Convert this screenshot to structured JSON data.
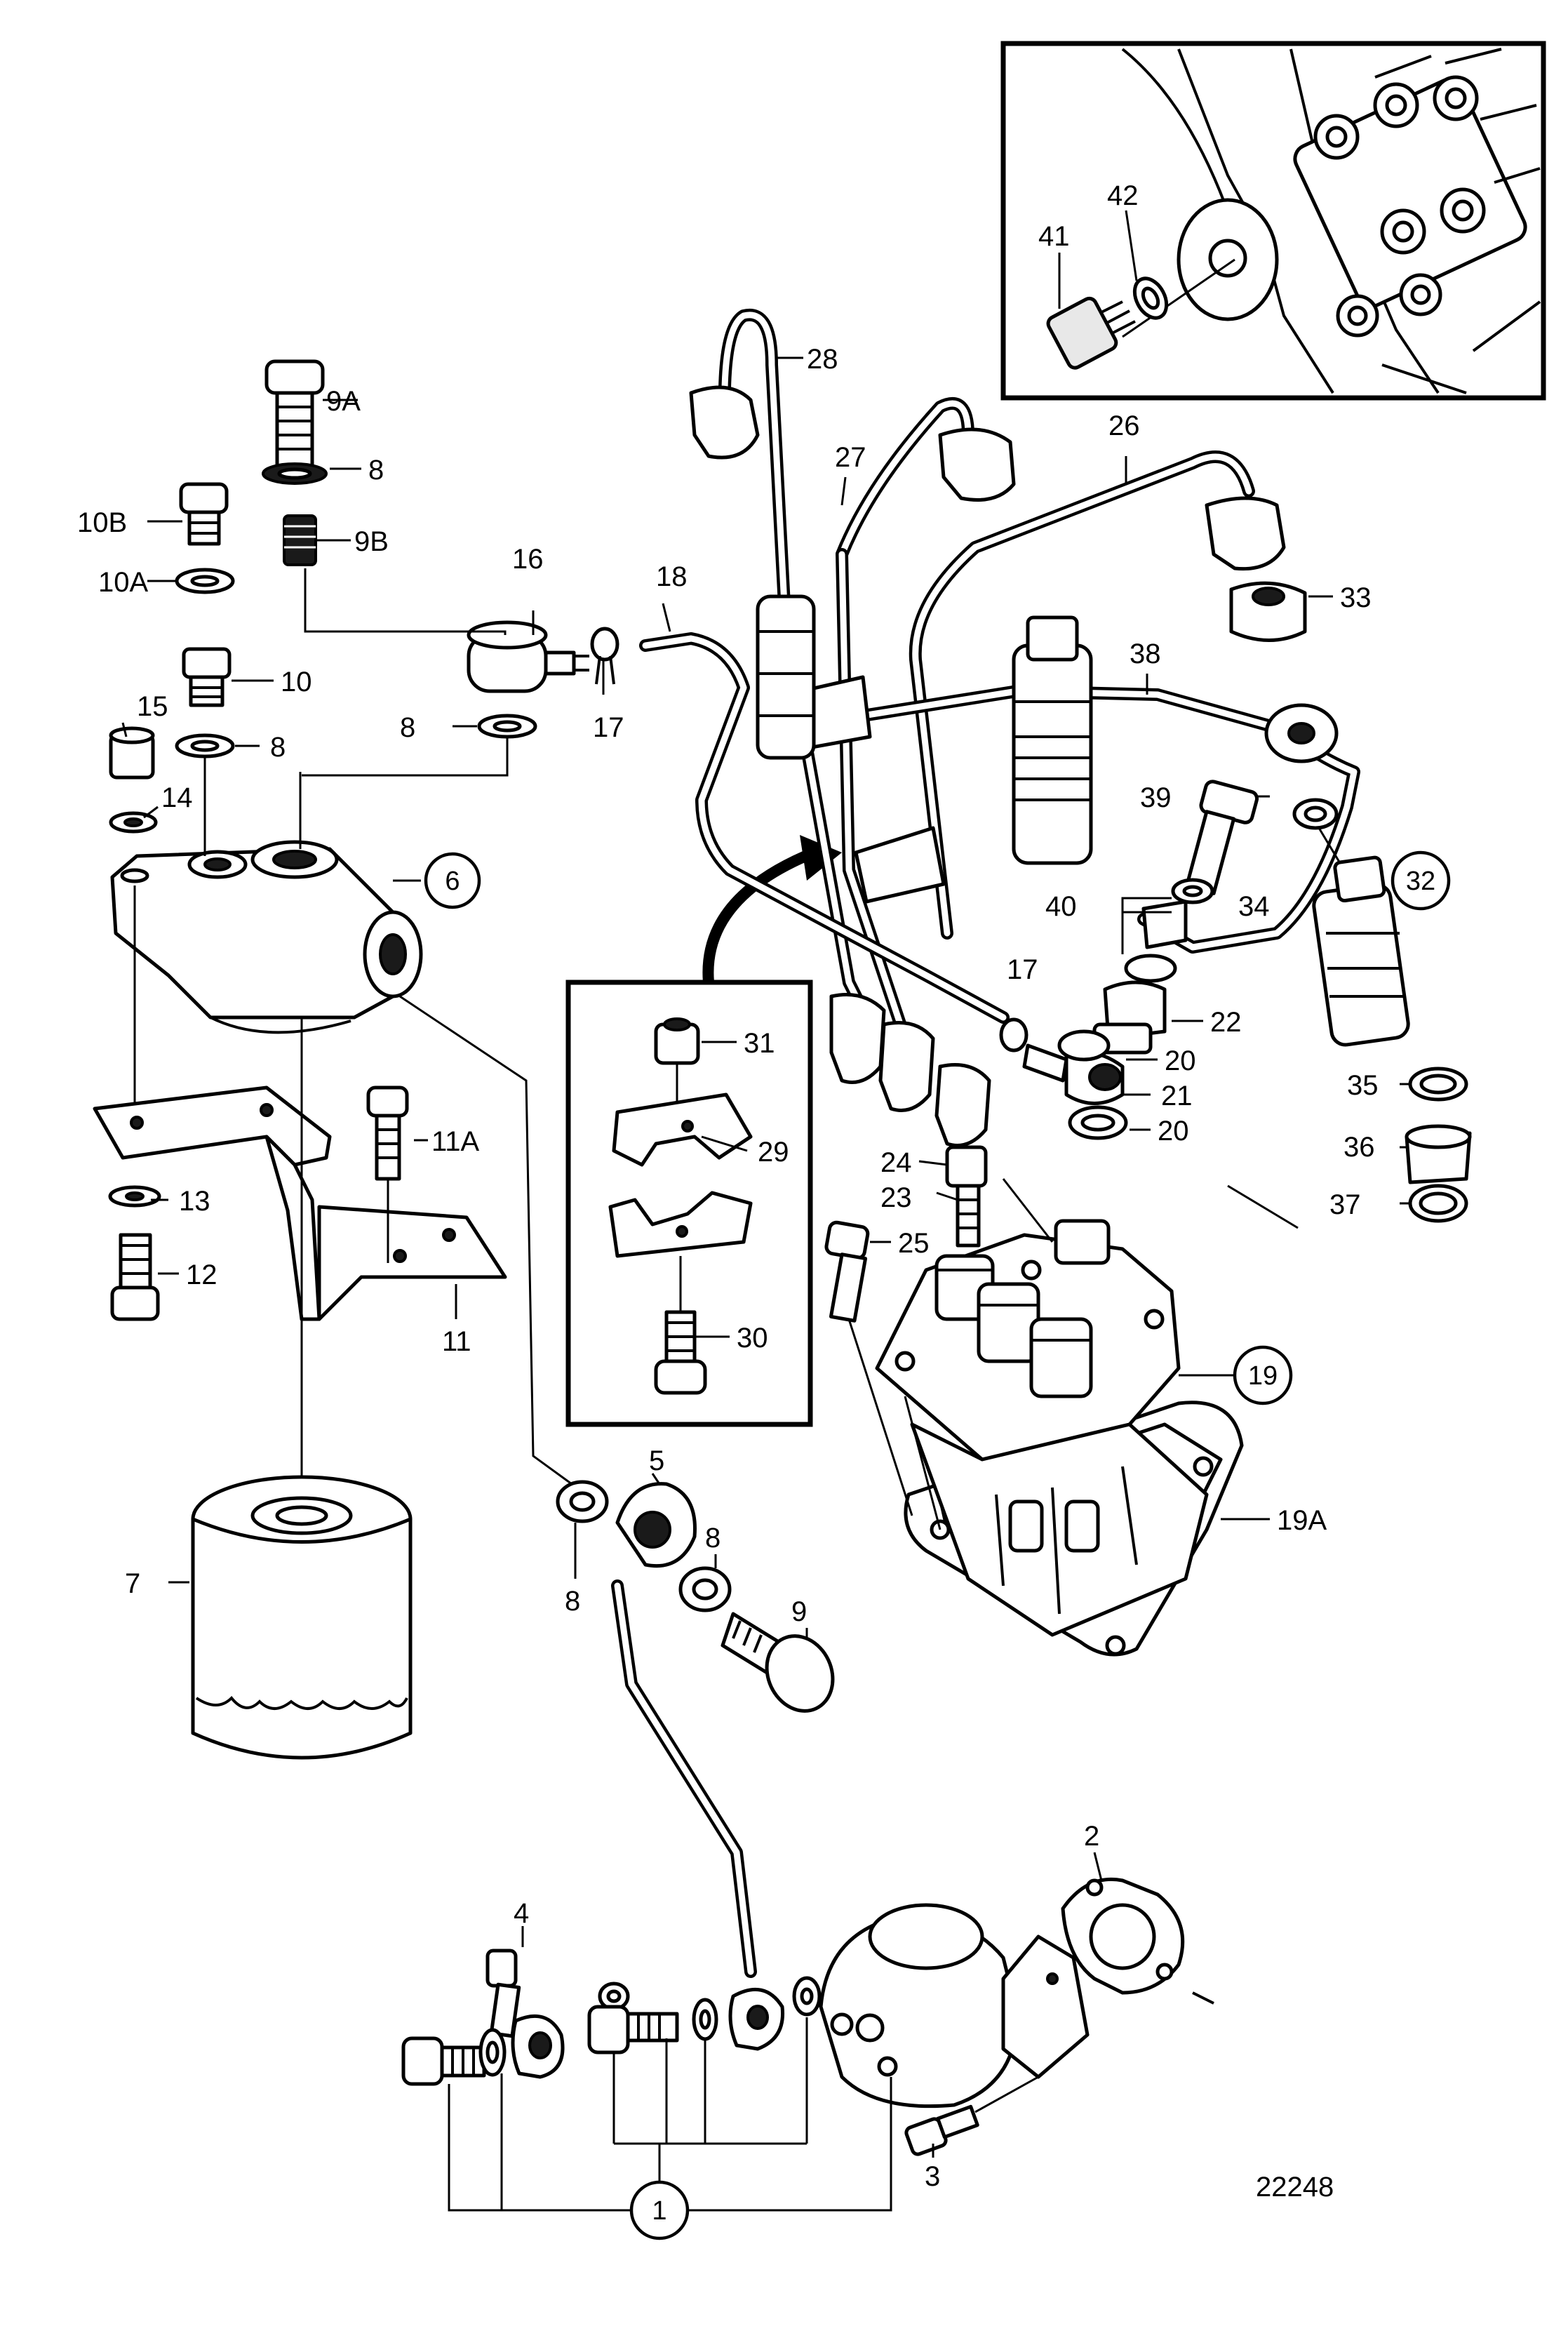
{
  "drawing_number": "22248",
  "part_labels": {
    "p1": "1",
    "p2": "2",
    "p3": "3",
    "p4": "4",
    "p5": "5",
    "p6": "6",
    "p7": "7",
    "p8a": "8",
    "p8b": "8",
    "p8c": "8",
    "p8d": "8",
    "p8e": "8",
    "p9": "9",
    "p9a": "9A",
    "p9b": "9B",
    "p10": "10",
    "p10a": "10A",
    "p10b": "10B",
    "p11": "11",
    "p11a": "11A",
    "p12": "12",
    "p13": "13",
    "p14": "14",
    "p15": "15",
    "p16": "16",
    "p17a": "17",
    "p17b": "17",
    "p18": "18",
    "p19": "19",
    "p19a": "19A",
    "p20a": "20",
    "p20b": "20",
    "p21": "21",
    "p22": "22",
    "p23": "23",
    "p24": "24",
    "p25": "25",
    "p26": "26",
    "p27": "27",
    "p28": "28",
    "p29": "29",
    "p30": "30",
    "p31": "31",
    "p32": "32",
    "p33": "33",
    "p34": "34",
    "p35": "35",
    "p36": "36",
    "p37": "37",
    "p38": "38",
    "p39": "39",
    "p40": "40",
    "p41": "41",
    "p42": "42"
  }
}
